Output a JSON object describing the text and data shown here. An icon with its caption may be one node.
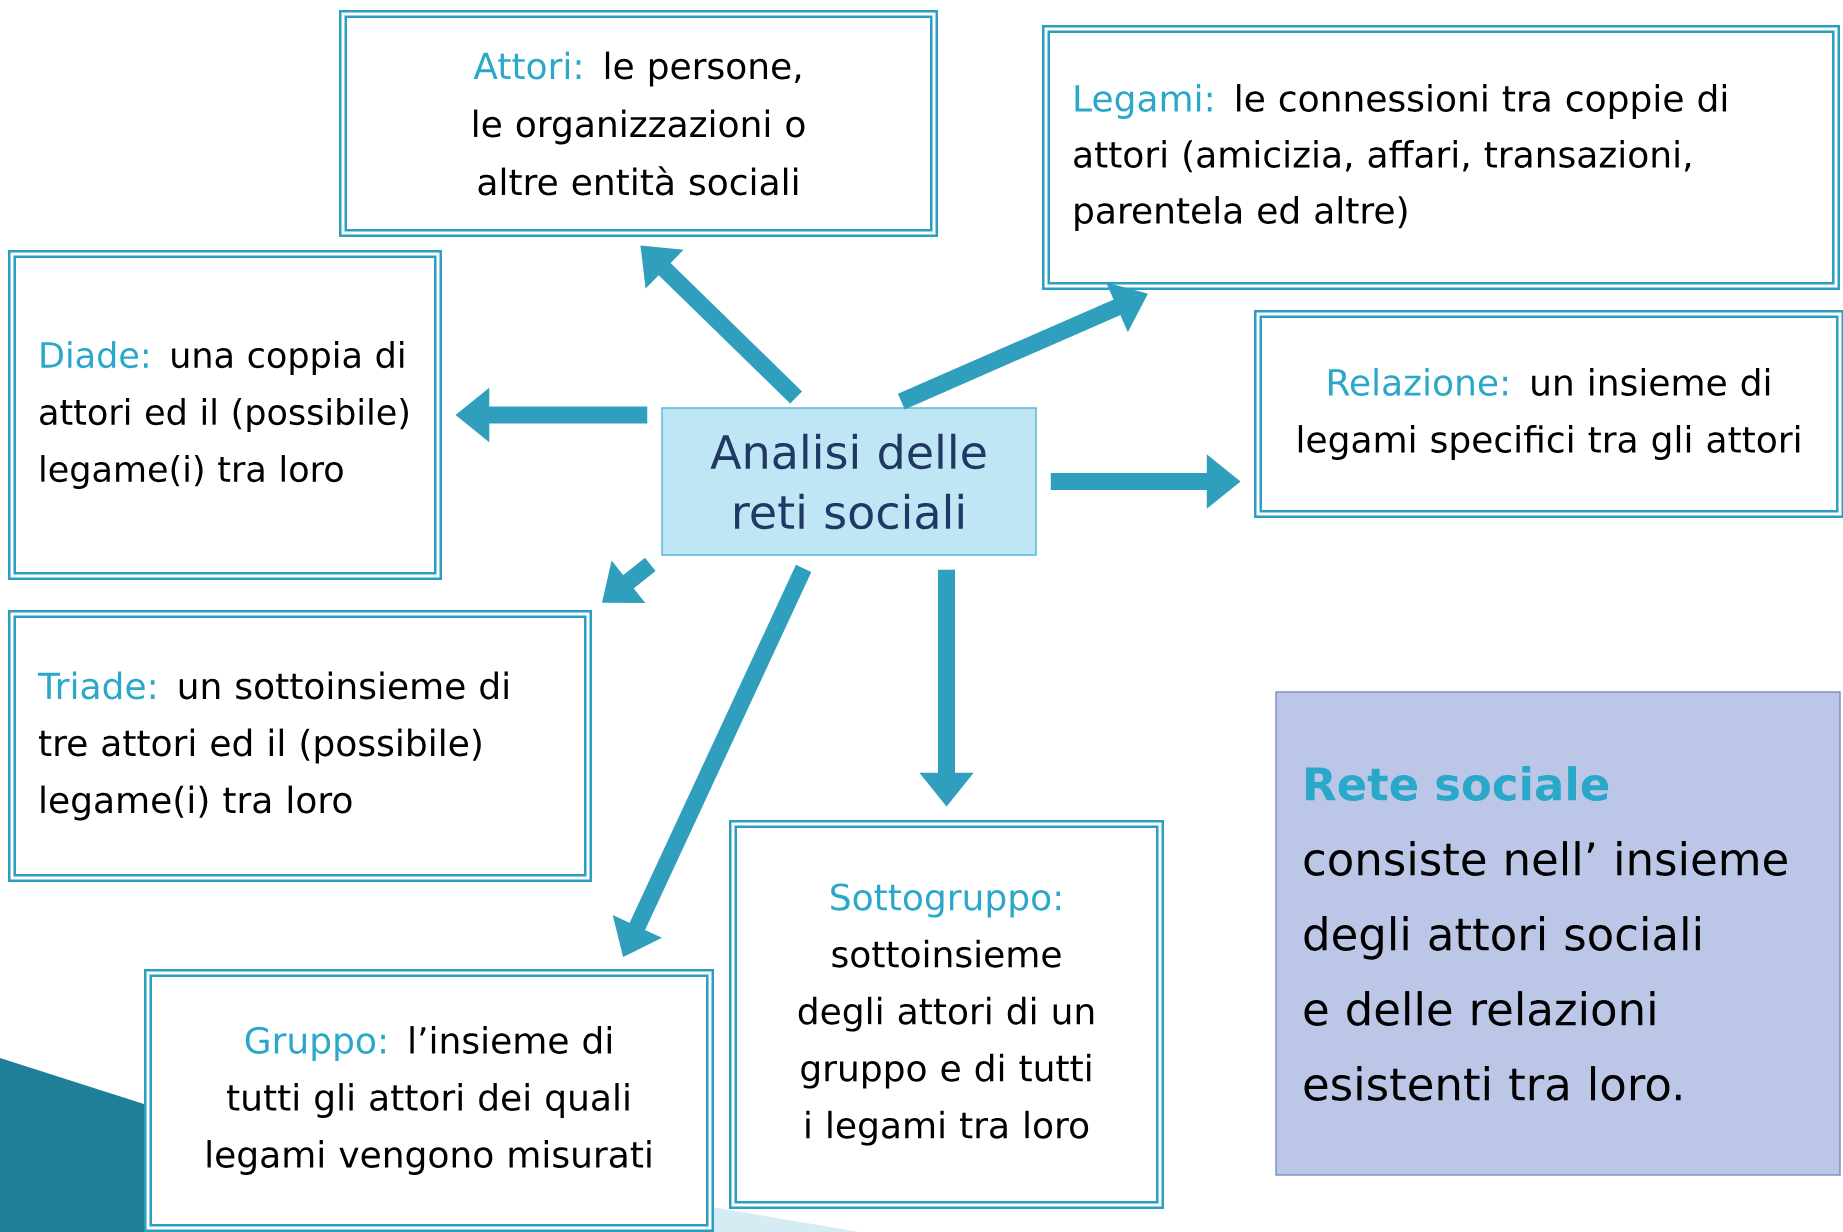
{
  "diagram": {
    "nodes": [
      {
        "text": [
          "Analisi delle reti sociali"
        ]
      },
      {
        "text": [
          "Attori:",
          "le persone, le organizzazioni o altre entità sociali"
        ]
      },
      {
        "text": [
          "Legami:",
          "le connessioni tra coppie di attori (amicizia, affari, transazioni, parentela ed altre)"
        ]
      },
      {
        "text": [
          "Diade:",
          "una coppia di attori ed il (possibile) legame(i) tra loro"
        ]
      },
      {
        "text": [
          "Relazione:",
          "un insieme di legami specifici tra gli attori"
        ]
      },
      {
        "text": [
          "Triade:",
          "un sottoinsieme di tre attori ed il (possibile) legame(i) tra loro"
        ]
      },
      {
        "text": [
          "Sottogruppo:",
          "sottoinsieme degli attori di un gruppo e di tutti i legami tra loro"
        ]
      },
      {
        "text": [
          "Gruppo:",
          "l’insieme di tutti gli attori dei quali legami vengono misurati"
        ]
      },
      {
        "text": [
          "Rete sociale",
          "consiste nell’ insieme degli attori sociali  e delle relazioni esistenti tra loro."
        ]
      }
    ],
    "edges": [
      {
        "from": 0,
        "to": 1,
        "arrow": "to"
      },
      {
        "from": 0,
        "to": 2,
        "arrow": "to"
      },
      {
        "from": 0,
        "to": 3,
        "arrow": "to"
      },
      {
        "from": 0,
        "to": 4,
        "arrow": "to"
      },
      {
        "from": 0,
        "to": 5,
        "arrow": "to"
      },
      {
        "from": 0,
        "to": 6,
        "arrow": "to"
      },
      {
        "from": 0,
        "to": 7,
        "arrow": "to"
      }
    ]
  }
}
